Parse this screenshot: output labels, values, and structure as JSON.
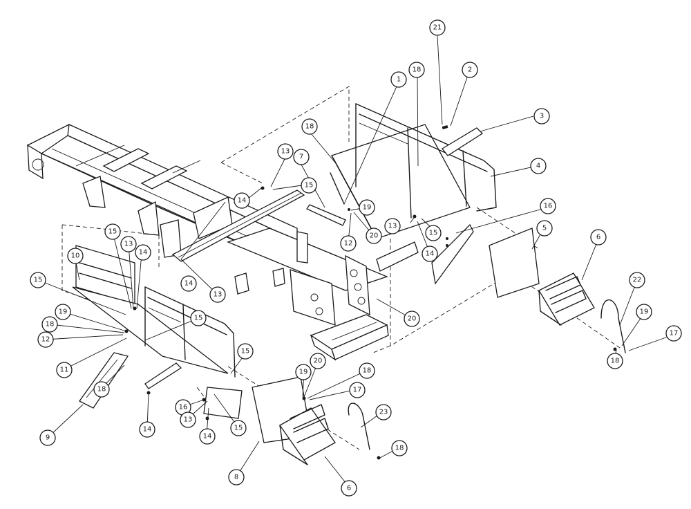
{
  "diagram": {
    "callout_labels": {
      "c01": "1",
      "c02": "2",
      "c03": "3",
      "c04": "4",
      "c05": "5",
      "c06": "6",
      "c07": "7",
      "c08": "8",
      "c09": "9",
      "c10": "10",
      "c11": "11",
      "c12": "12",
      "c13": "13",
      "c14": "14",
      "c15": "15",
      "c16": "16",
      "c17": "17",
      "c18": "18",
      "c19": "19",
      "c20": "20",
      "c21": "21",
      "c22": "22",
      "c23": "23"
    },
    "colors": {
      "ink": "#1a1a1a",
      "paper": "#ffffff"
    }
  }
}
